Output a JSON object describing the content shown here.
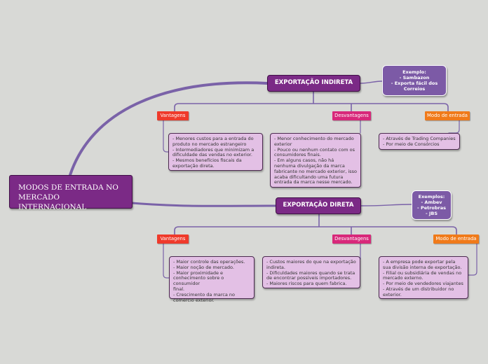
{
  "root": {
    "label": "MODOS DE ENTRADA NO MERCADO INTERNACIONAL"
  },
  "indireta": {
    "title": "EXPORTAÇÃO INDIRETA",
    "example": [
      "Exemplo:",
      "- Sambazon",
      "- Exporta fácil dos",
      "Correios"
    ],
    "vantagens": {
      "label": "Vantagens",
      "items": [
        "- Menores custos para a entrada do",
        "produto no mercado estrangeiro",
        "- Intermediadores que minimizam a",
        "dificuldade das vendas no exterior.",
        "- Mesmos benefícios fiscais da",
        "exportação direta."
      ]
    },
    "desvantagens": {
      "label": "Desvantagens",
      "items": [
        "- Menor conhecimento do mercado",
        "exterior",
        "- Pouco ou nenhum contato com os",
        "consumidores finais.",
        "- Em alguns casos, não há",
        "nenhuma divulgação da marca",
        "fabricante no mercado exterior, isso",
        "acaba dificultando uma futura",
        "entrada da marca nesse mercado."
      ]
    },
    "modo": {
      "label": "Modo de entrada",
      "items": [
        "- Através de Trading Companies",
        "- Por meio de Consórcios"
      ]
    }
  },
  "direta": {
    "title": "EXPORTAÇÃO DIRETA",
    "example": [
      "Exemplos:",
      "- Ambev",
      "- Petrobras",
      "- JBS"
    ],
    "vantagens": {
      "label": "Vantagens",
      "items": [
        "- Maior controle das operações.",
        "- Maior noção de mercado.",
        "- Maior proximidade e",
        "conhecimento sobre o consumidor",
        "final.",
        "- Crescimento da marca no",
        "comércio exterior."
      ]
    },
    "desvantagens": {
      "label": "Desvantagens",
      "items": [
        "- Custos maiores do que na exportação",
        "indireta.",
        "- Dificuldades maiores quando se trata",
        "de encontrar possíveis importadores.",
        "- Maiores riscos para quem fabrica."
      ]
    },
    "modo": {
      "label": "Modo de entrada",
      "items": [
        "- A empresa pode exportar pela",
        "sua divisão interna de exportação.",
        "- Filial ou subsidiária de vendas no",
        "mercado externo.",
        "- Por meio de vendedores viajantes",
        "- Através de um distribuidor no",
        "exterior."
      ]
    }
  },
  "colors": {
    "background": "#d8d9d6",
    "connector": "#7a62a8",
    "main_node": "#7b2a86",
    "example_node": "#7c5aa6",
    "vantagens": "#ef3a2b",
    "desvantagens": "#d8287a",
    "modo": "#f07a1a",
    "note": "#e3c0e5"
  }
}
